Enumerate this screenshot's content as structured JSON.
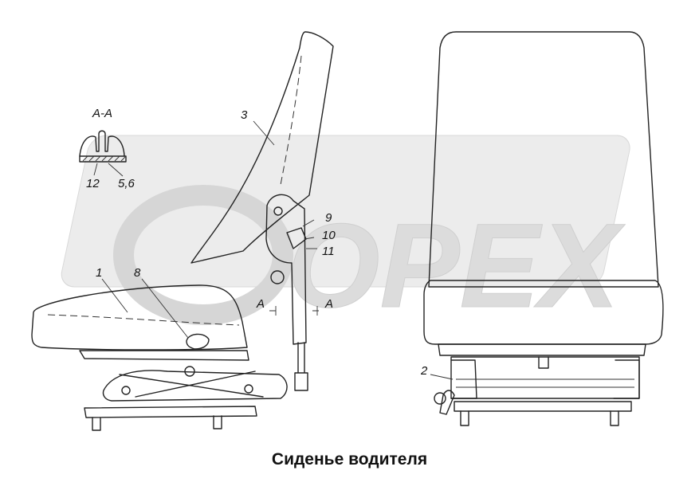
{
  "watermark": {
    "text": "OPEX"
  },
  "section": {
    "label": "А-А",
    "callout_left": "12",
    "callout_right": "5,6"
  },
  "callouts": {
    "c1": "1",
    "c2": "2",
    "c3": "3",
    "c8": "8",
    "c9": "9",
    "c10": "10",
    "c11": "11",
    "cut_left": "A",
    "cut_right": "A"
  },
  "caption": "Сиденье водителя",
  "colors": {
    "line": "#222222",
    "watermark": "#dcdcdc",
    "background": "#ffffff"
  }
}
